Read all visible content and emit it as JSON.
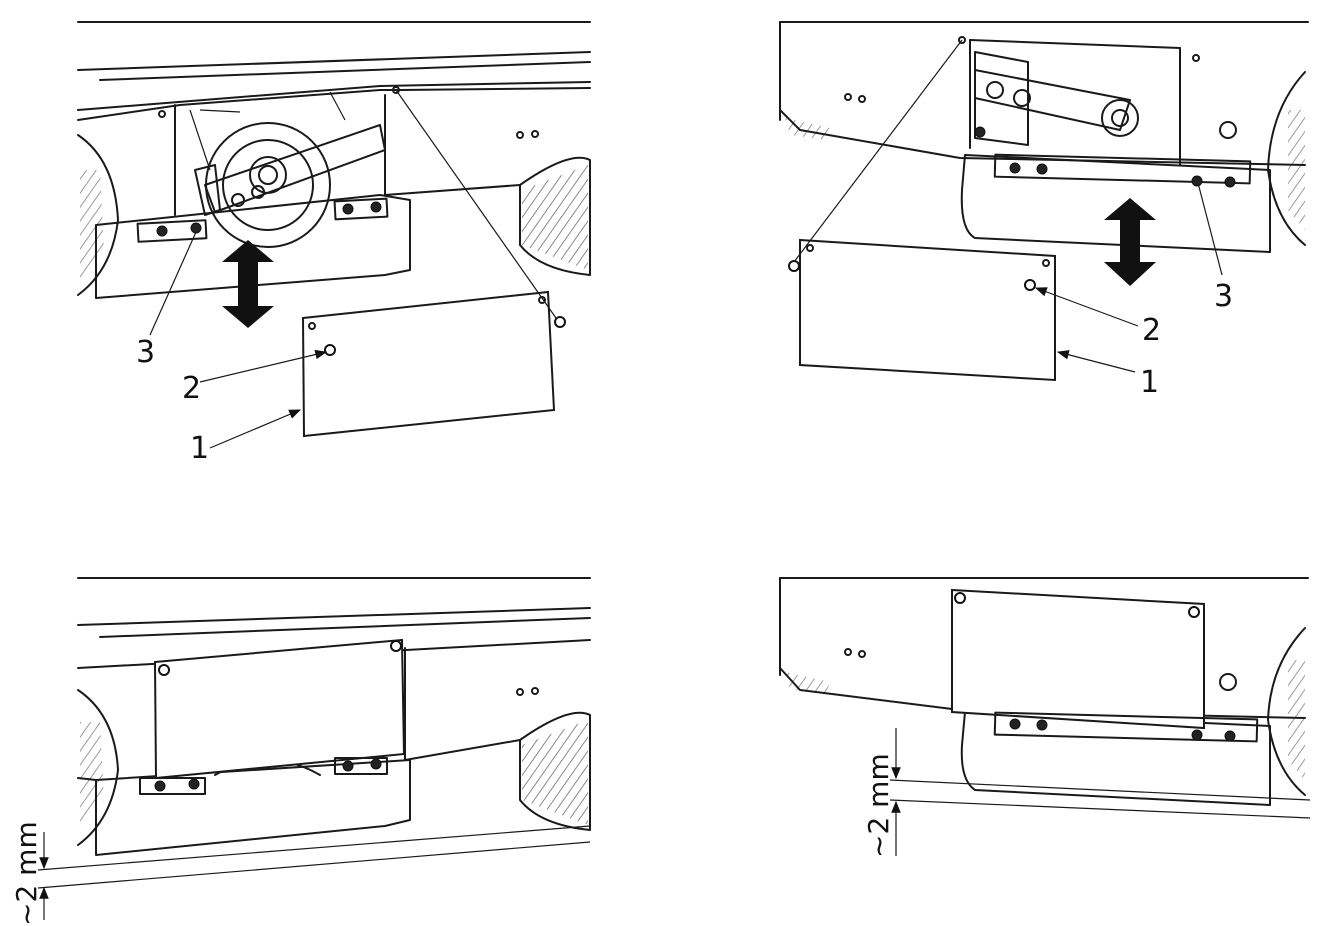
{
  "callouts": {
    "tl": [
      "1",
      "2",
      "3"
    ],
    "tr": [
      "1",
      "2",
      "3"
    ]
  },
  "dimension": {
    "gap_label": "~2 mm"
  },
  "icons": {
    "arrow": "double-headed-vertical-arrow",
    "fastener": "screw-icon"
  }
}
